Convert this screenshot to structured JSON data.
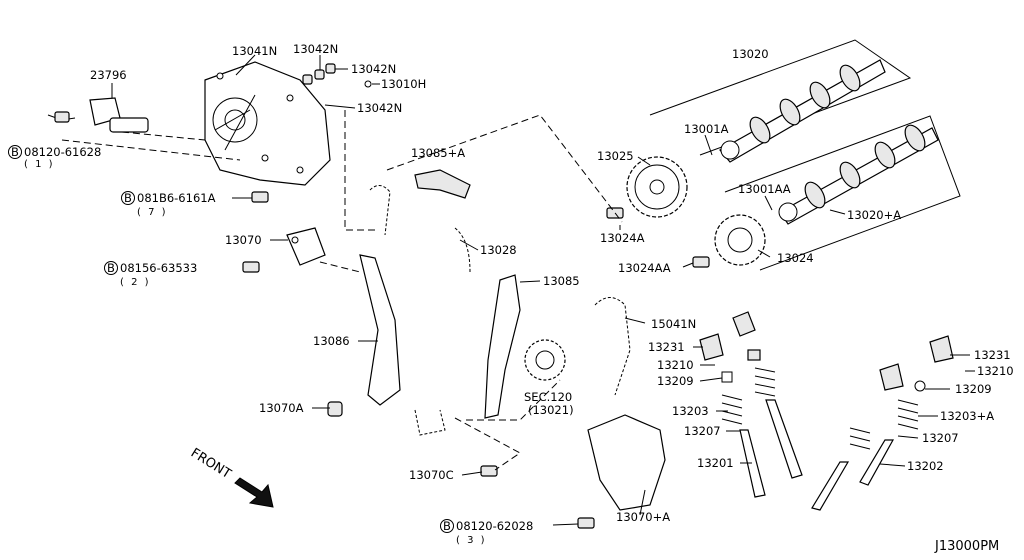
{
  "labels": {
    "p13041N": "13041N",
    "p13042N_a": "13042N",
    "p13042N_b": "13042N",
    "p13042N_c": "13042N",
    "p13010H": "13010H",
    "p23796": "23796",
    "p13020": "13020",
    "p13001A": "13001A",
    "p13025": "13025",
    "p13085A": "13085+A",
    "p13001AA": "13001AA",
    "p13020A": "13020+A",
    "p13070": "13070",
    "p13028": "13028",
    "p13024A": "13024A",
    "p13024AA": "13024AA",
    "p13024": "13024",
    "p13085": "13085",
    "p15041N": "15041N",
    "p13086": "13086",
    "p13231_l": "13231",
    "p13210_l": "13210",
    "p13209_l": "13209",
    "p13231_r": "13231",
    "p13210_r": "13210",
    "p13209_r": "13209",
    "sec120": "SEC.120",
    "sec120sub": "(13021)",
    "p13203": "13203",
    "p13203A": "13203+A",
    "p13207_l": "13207",
    "p13207_r": "13207",
    "p13070A": "13070A",
    "p13201": "13201",
    "p13202": "13202",
    "p13070C": "13070C",
    "p13070plusA": "13070+A",
    "front": "FRONT",
    "diagram_id": "J13000PM"
  },
  "bolts": [
    {
      "num": "08120-61628",
      "qty": "( 1 )"
    },
    {
      "num": "081B6-6161A",
      "qty": "( 7 )"
    },
    {
      "num": "08156-63533",
      "qty": "( 2 )"
    },
    {
      "num": "08120-62028",
      "qty": "( 3 )"
    }
  ],
  "bolt_marker": "B"
}
